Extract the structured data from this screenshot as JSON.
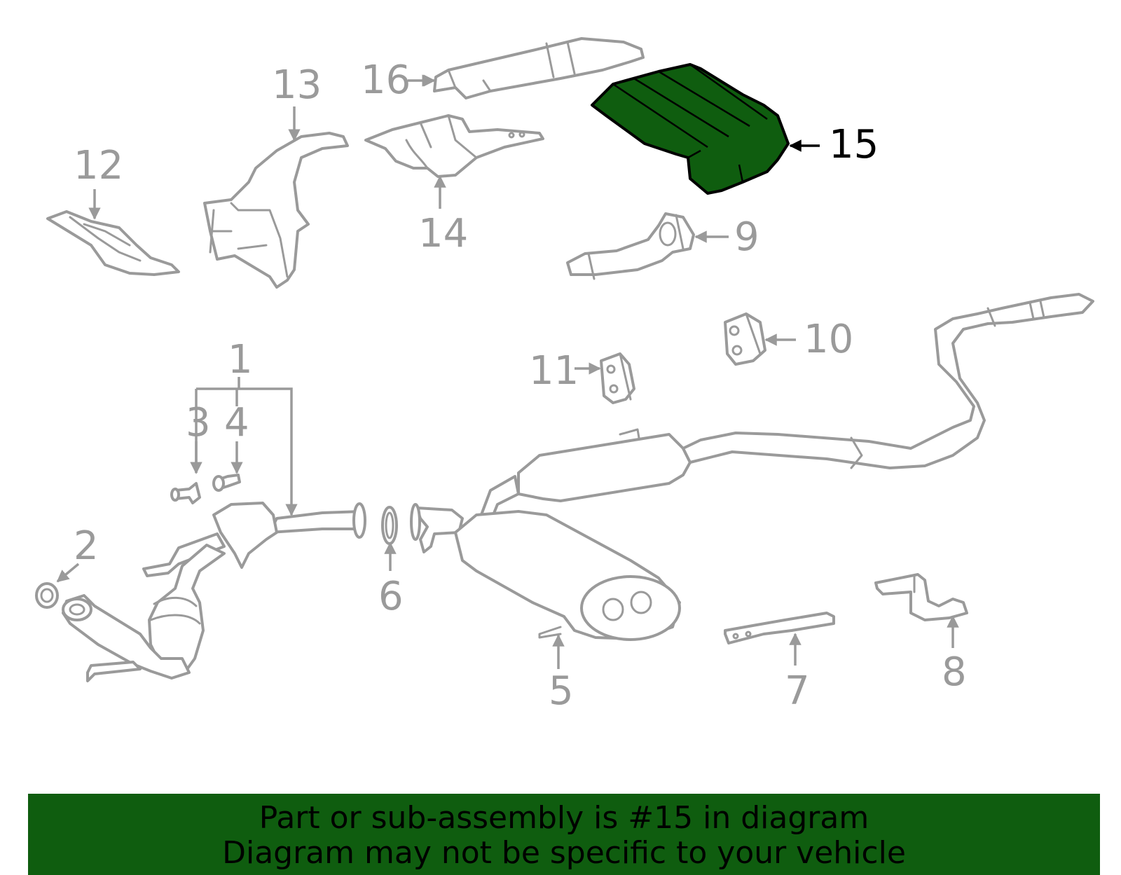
{
  "diagram": {
    "highlight_color": "#0f5d0f",
    "highlighted_part": "15",
    "callouts": [
      "1",
      "2",
      "3",
      "4",
      "5",
      "6",
      "7",
      "8",
      "9",
      "10",
      "11",
      "12",
      "13",
      "14",
      "15",
      "16"
    ]
  },
  "banner": {
    "line1": "Part or sub-assembly is #15 in diagram",
    "line2": "Diagram may not be specific to your vehicle",
    "background": "#0f5d0f"
  }
}
